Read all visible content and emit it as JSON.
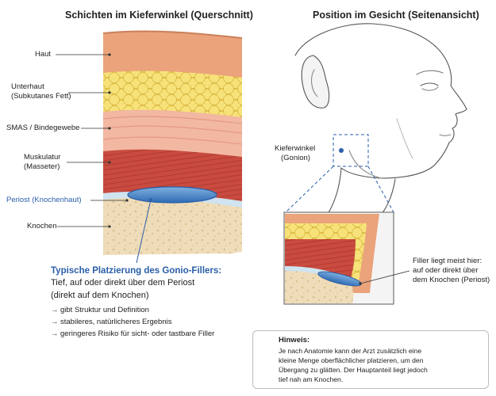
{
  "left": {
    "heading": "Schichten im Kieferwinkel (Querschnitt)",
    "layers": [
      {
        "id": "haut",
        "lines": [
          "Haut"
        ]
      },
      {
        "id": "unterhaut",
        "lines": [
          "Unterhaut",
          "(Subkutanes Fett)"
        ]
      },
      {
        "id": "smas",
        "lines": [
          "SMAS / Bindegewebe"
        ]
      },
      {
        "id": "muskel",
        "lines": [
          "Muskulatur",
          "(Masseter)"
        ]
      },
      {
        "id": "periost",
        "lines": [
          "Periost (Knochenhaut)"
        ]
      },
      {
        "id": "knochen",
        "lines": [
          "Knochen"
        ]
      }
    ],
    "placement": {
      "title": "Typische Platzierung des Gonio-Fillers:",
      "line1": "Tief, auf oder direkt über dem Periost",
      "line2": "(direkt auf dem Knochen)",
      "bullets": [
        "gibt Struktur und Definition",
        "stabileres, natürlicheres Ergebnis",
        "geringeres Risiko für sicht- oder tastbare Filler"
      ],
      "arrow_glyph": "→"
    }
  },
  "right": {
    "heading": "Position im Gesicht (Seitenansicht)",
    "gonion_label": [
      "Kieferwinkel",
      "(Gonion)"
    ],
    "filler_label": [
      "Filler liegt meist hier:",
      "auf oder direkt über",
      "dem Knochen (Periost)"
    ]
  },
  "note": {
    "title": "Hinweis:",
    "lines": [
      "Je nach Anatomie kann der Arzt zusätzlich eine",
      "kleine Menge oberflächlicher platzieren, um den",
      "Übergang zu glätten. Der Hauptanteil liegt jedoch",
      "tief nah am Knochen."
    ],
    "icon": "lightbulb-icon"
  },
  "colors": {
    "skin": "#e9a27a",
    "fat": "#f3d45a",
    "smas": "#f1b7a3",
    "muscle": "#c84a3f",
    "periost": "#cfe3f0",
    "filler": "#4b86c8",
    "bone": "#efdcb9",
    "accent": "#2a5ea8"
  }
}
